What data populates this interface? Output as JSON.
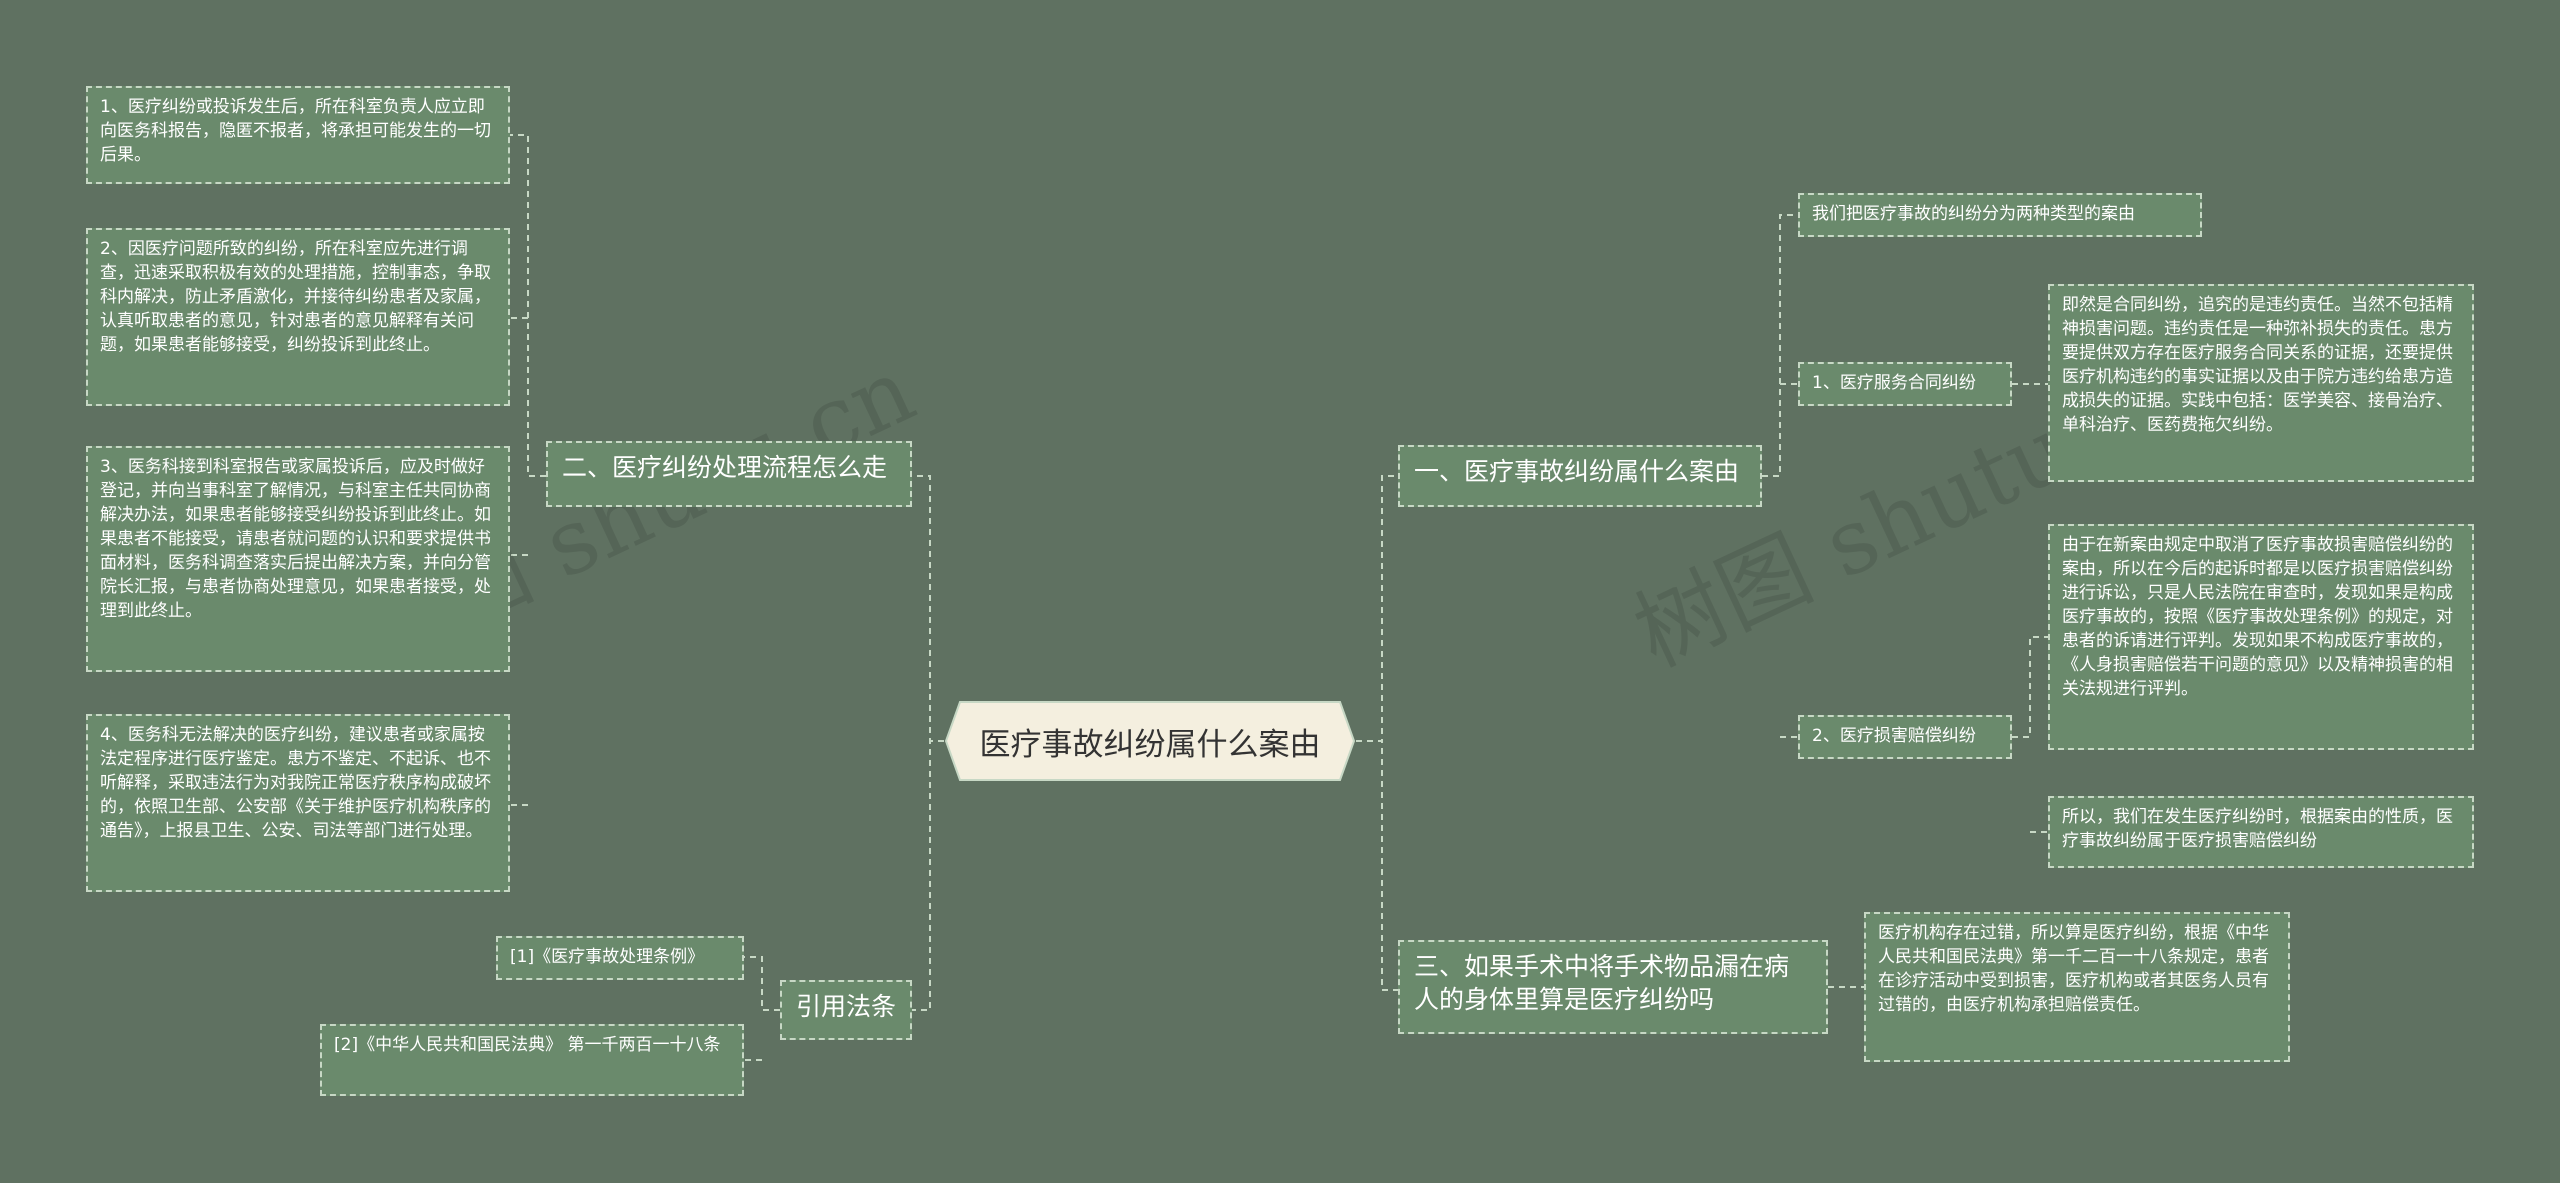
{
  "colors": {
    "background": "#5f7161",
    "node_fill": "#6a8a6c",
    "node_border": "#c7d8c5",
    "root_fill": "#f4efdf",
    "line": "#c7d8c5"
  },
  "root": {
    "label": "医疗事故纠纷属什么案由"
  },
  "left": {
    "process": {
      "label": "二、医疗纠纷处理流程怎么走",
      "steps": [
        "1、医疗纠纷或投诉发生后，所在科室负责人应立即向医务科报告，隐匿不报者，将承担可能发生的一切后果。",
        "2、因医疗问题所致的纠纷，所在科室应先进行调查，迅速采取积极有效的处理措施，控制事态，争取科内解决，防止矛盾激化，并接待纠纷患者及家属，认真听取患者的意见，针对患者的意见解释有关问题，如果患者能够接受，纠纷投诉到此终止。",
        "3、医务科接到科室报告或家属投诉后，应及时做好登记，并向当事科室了解情况，与科室主任共同协商解决办法，如果患者能够接受纠纷投诉到此终止。如果患者不能接受，请患者就问题的认识和要求提供书面材料，医务科调查落实后提出解决方案，并向分管院长汇报，与患者协商处理意见，如果患者接受，处理到此终止。",
        "4、医务科无法解决的医疗纠纷，建议患者或家属按法定程序进行医疗鉴定。患方不鉴定、不起诉、也不听解释，采取违法行为对我院正常医疗秩序构成破坏的，依照卫生部、公安部《关于维护医疗机构秩序的通告》，上报县卫生、公安、司法等部门进行处理。"
      ]
    },
    "refs": {
      "label": "引用法条",
      "items": [
        "[1]《医疗事故处理条例》",
        "[2]《中华人民共和国民法典》 第一千两百一十八条"
      ]
    }
  },
  "right": {
    "case_type": {
      "label": "一、医疗事故纠纷属什么案由",
      "intro": "我们把医疗事故的纠纷分为两种类型的案由",
      "contract": {
        "label": "1、医疗服务合同纠纷",
        "detail": "即然是合同纠纷，追究的是违约责任。当然不包括精神损害问题。违约责任是一种弥补损失的责任。患方要提供双方存在医疗服务合同关系的证据，还要提供医疗机构违约的事实证据以及由于院方违约给患方造成损失的证据。实践中包括：医学美容、接骨治疗、单科治疗、医药费拖欠纠纷。"
      },
      "damage": {
        "label": "2、医疗损害赔偿纠纷",
        "detail1": "由于在新案由规定中取消了医疗事故损害赔偿纠纷的案由，所以在今后的起诉时都是以医疗损害赔偿纠纷进行诉讼，只是人民法院在审查时，发现如果是构成医疗事故的，按照《医疗事故处理条例》的规定，对患者的诉请进行评判。发现如果不构成医疗事故的，《人身损害赔偿若干问题的意见》以及精神损害的相关法规进行评判。",
        "detail2": "所以，我们在发生医疗纠纷时，根据案由的性质，医疗事故纠纷属于医疗损害赔偿纠纷"
      }
    },
    "surgery": {
      "label": "三、如果手术中将手术物品漏在病人的身体里算是医疗纠纷吗",
      "detail": "医疗机构存在过错，所以算是医疗纠纷，根据《中华人民共和国民法典》第一千二百一十八条规定，患者在诊疗活动中受到损害，医疗机构或者其医务人员有过错的，由医疗机构承担赔偿责任。"
    }
  },
  "watermark": {
    "text": "树图 shutu.cn"
  }
}
